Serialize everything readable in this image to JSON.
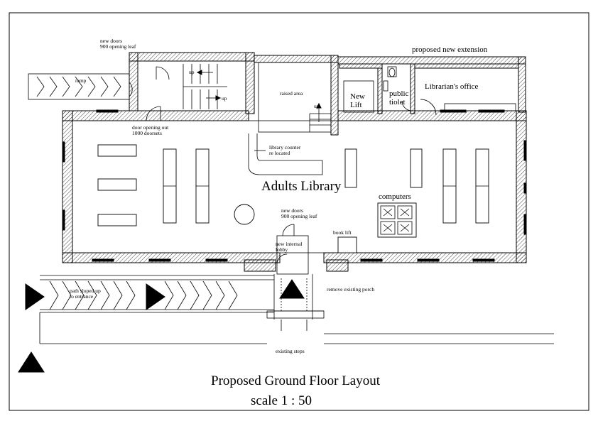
{
  "title": "Proposed Ground Floor Layout",
  "scale": "scale 1 : 50",
  "labels": {
    "adults_library": "Adults Library",
    "new_doors_top_1": "new doors",
    "new_doors_top_2": "900 opening leaf",
    "ramp": "ramp",
    "up_1": "up",
    "up_2": "up",
    "up_3": "up",
    "door_opening_1": "door opening out",
    "door_opening_2": "1000 doorsets",
    "raised_area": "raised area",
    "library_counter_1": "library counter",
    "library_counter_2": "re located",
    "new_lift_1": "New",
    "new_lift_2": "Lift",
    "public_toilet_1": "public",
    "public_toilet_2": "tiolet",
    "librarians_office": "Librarian's office",
    "proposed_extension": "proposed new extension",
    "computers": "computers",
    "new_doors_mid_1": "new doors",
    "new_doors_mid_2": "900 opening leaf",
    "book_lift": "book lift",
    "new_internal_lobby_1": "new internal",
    "new_internal_lobby_2": "lobby",
    "path_sloped_1": "path sloped up",
    "path_sloped_2": "to entrance",
    "remove_porch": "remove existing porch",
    "existing_steps": "existing steps"
  }
}
